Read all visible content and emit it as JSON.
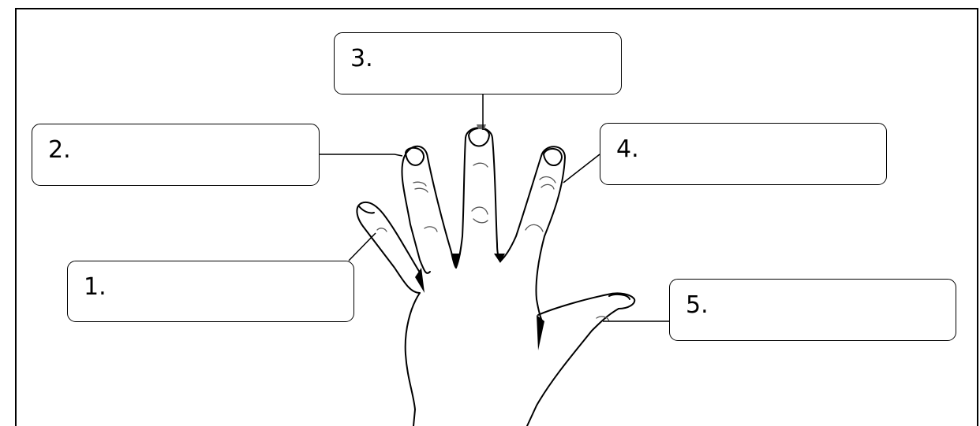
{
  "labels": [
    {
      "id": "finger-1",
      "text": "1."
    },
    {
      "id": "finger-2",
      "text": "2."
    },
    {
      "id": "finger-3",
      "text": "3."
    },
    {
      "id": "finger-4",
      "text": "4."
    },
    {
      "id": "finger-5",
      "text": "5."
    }
  ],
  "colors": {
    "ink": "#000000",
    "background": "#ffffff"
  }
}
